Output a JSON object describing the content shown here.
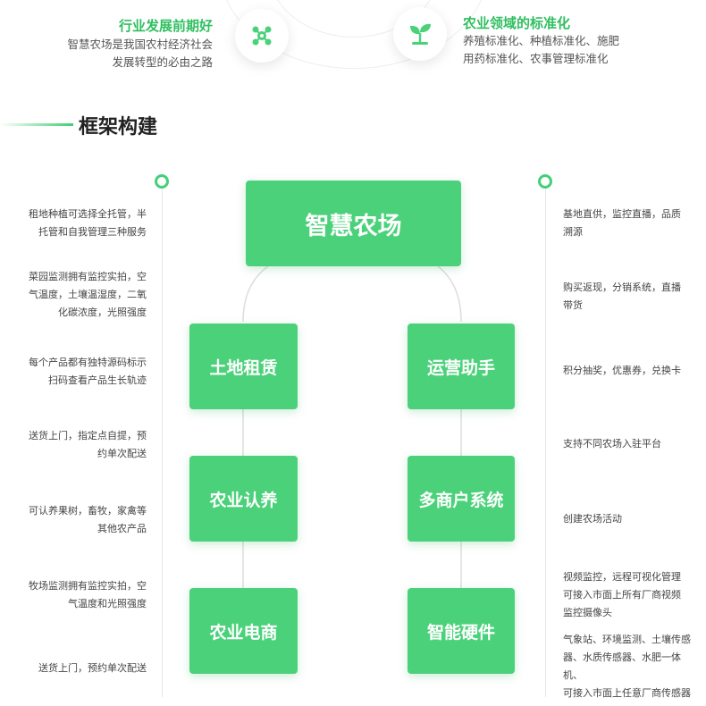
{
  "banner": {
    "left_title": "行业发展前期好",
    "left_text": [
      "智慧农场是我国农村经济社会",
      "发展转型的必由之路"
    ],
    "right_title": "农业领域的标准化",
    "right_text": [
      "养殖标准化、种植标准化、施肥",
      "用药标准化、农事管理标准化"
    ],
    "left_icon": "network-icon",
    "right_icon": "sprout-icon"
  },
  "section": {
    "title": "框架构建"
  },
  "diagram": {
    "root": "智慧农场",
    "left_nodes": [
      "土地租赁",
      "农业认养",
      "农业电商"
    ],
    "right_nodes": [
      "运营助手",
      "多商户系统",
      "智能硬件"
    ]
  },
  "left_notes": [
    [
      "租地种植可选择全托管，半",
      "托管和自我管理三种服务"
    ],
    [
      "菜园监测拥有监控实拍，空",
      "气温度，土壤温湿度，二氧",
      "化碳浓度，光照强度"
    ],
    [
      "每个产品都有独特源码标示",
      "扫码查看产品生长轨迹"
    ],
    [
      "送货上门，指定点自提，预",
      "约单次配送"
    ],
    [
      "可认养果树，畜牧，家禽等",
      "其他农产品"
    ],
    [
      "牧场监测拥有监控实拍，空",
      "气温度和光照强度"
    ],
    [
      "送货上门，预约单次配送"
    ]
  ],
  "right_notes": [
    [
      "基地直供，监控直播，品质",
      "溯源"
    ],
    [
      "购买返现，分销系统，直播",
      "带货"
    ],
    [
      "积分抽奖，优惠券，兑换卡"
    ],
    [
      "支持不同农场入驻平台"
    ],
    [
      "创建农场活动"
    ],
    [
      "视频监控，远程可视化管理",
      "可接入市面上所有厂商视频",
      "监控摄像头"
    ],
    [
      "气象站、环境监测、土壤传感",
      "器、水质传感器、水肥一体机、",
      "可接入市面上任意厂商传感器"
    ]
  ],
  "colors": {
    "accent": "#4cd17b",
    "title_green": "#2fbf5f"
  }
}
